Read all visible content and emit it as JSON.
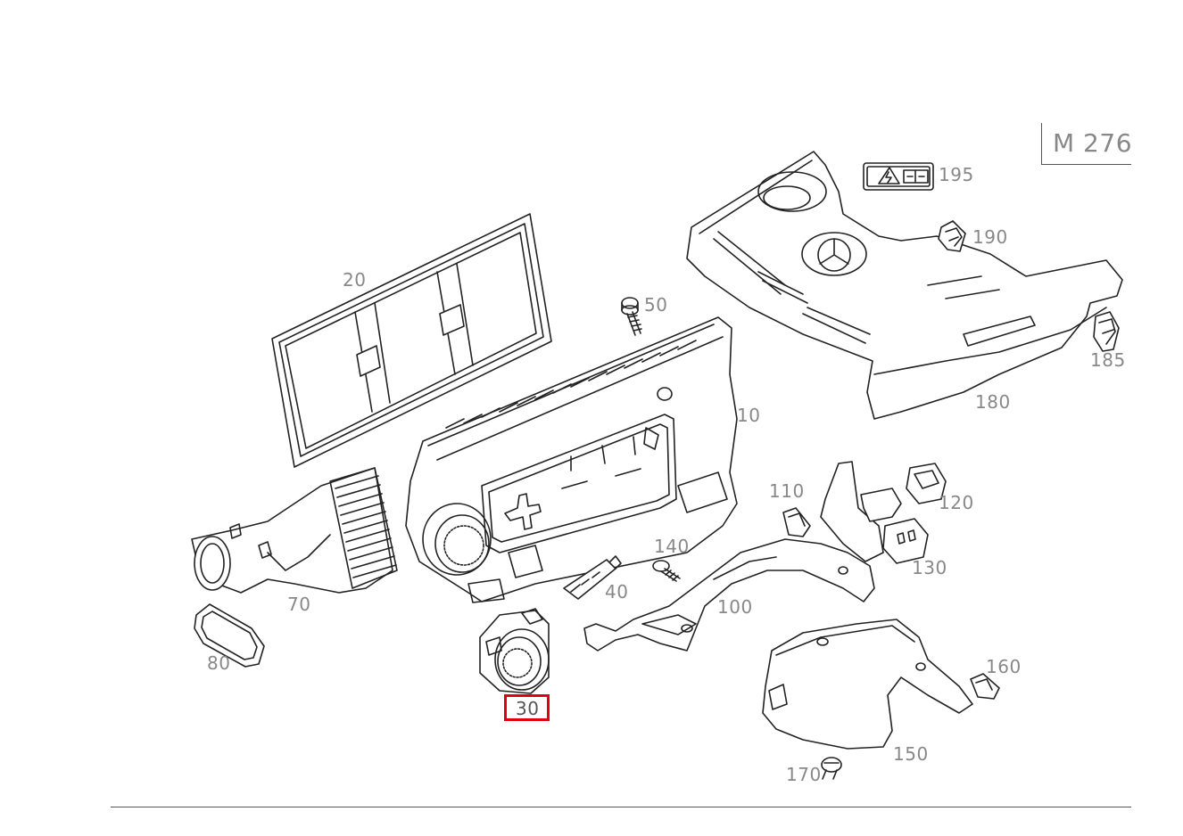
{
  "engine_code": "M 276",
  "highlighted_part": "30",
  "colors": {
    "highlight": "#e2000f",
    "line": "#222222",
    "label": "#888888"
  },
  "callouts": [
    {
      "id": "20",
      "label": "20"
    },
    {
      "id": "50",
      "label": "50"
    },
    {
      "id": "10",
      "label": "10"
    },
    {
      "id": "195",
      "label": "195"
    },
    {
      "id": "190",
      "label": "190"
    },
    {
      "id": "185",
      "label": "185"
    },
    {
      "id": "180",
      "label": "180"
    },
    {
      "id": "110",
      "label": "110"
    },
    {
      "id": "120",
      "label": "120"
    },
    {
      "id": "130",
      "label": "130"
    },
    {
      "id": "140",
      "label": "140"
    },
    {
      "id": "40",
      "label": "40"
    },
    {
      "id": "100",
      "label": "100"
    },
    {
      "id": "70",
      "label": "70"
    },
    {
      "id": "80",
      "label": "80"
    },
    {
      "id": "30",
      "label": "30"
    },
    {
      "id": "160",
      "label": "160"
    },
    {
      "id": "150",
      "label": "150"
    },
    {
      "id": "170",
      "label": "170"
    }
  ]
}
